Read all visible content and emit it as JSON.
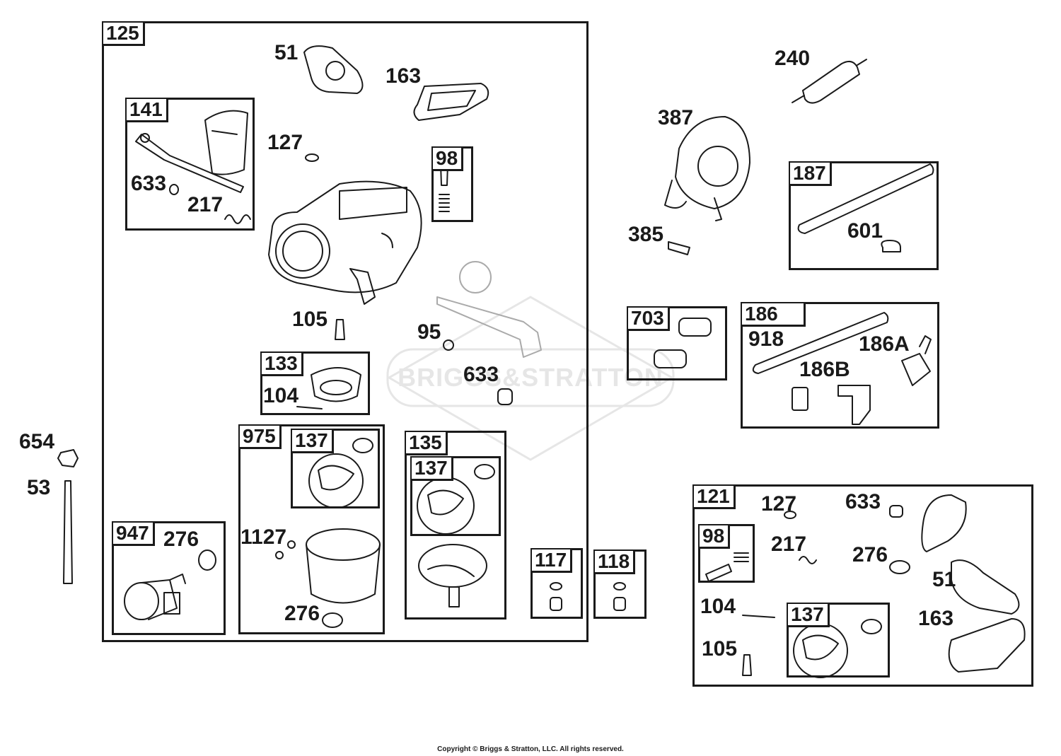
{
  "watermark": "BRIGGS&STRATTON",
  "copyright": "Copyright © Briggs & Stratton, LLC. All rights reserved.",
  "boxes": [
    {
      "id": "125",
      "name": "kit-box-125"
    },
    {
      "id": "141",
      "name": "kit-box-141"
    },
    {
      "id": "98",
      "name": "kit-box-98"
    },
    {
      "id": "133",
      "name": "kit-box-133"
    },
    {
      "id": "975",
      "name": "kit-box-975"
    },
    {
      "id": "137",
      "name": "kit-box-137-a"
    },
    {
      "id": "135",
      "name": "kit-box-135"
    },
    {
      "id": "137",
      "name": "kit-box-137-b"
    },
    {
      "id": "947",
      "name": "kit-box-947"
    },
    {
      "id": "117",
      "name": "kit-box-117"
    },
    {
      "id": "118",
      "name": "kit-box-118"
    },
    {
      "id": "187",
      "name": "kit-box-187"
    },
    {
      "id": "703",
      "name": "kit-box-703"
    },
    {
      "id": "186",
      "name": "kit-box-186"
    },
    {
      "id": "121",
      "name": "kit-box-121"
    },
    {
      "id": "98",
      "name": "kit-box-98-b"
    },
    {
      "id": "137",
      "name": "kit-box-137-c"
    }
  ],
  "labels": [
    "51",
    "163",
    "127",
    "633",
    "217",
    "105",
    "95",
    "633",
    "104",
    "1127",
    "276",
    "276",
    "654",
    "53",
    "240",
    "387",
    "385",
    "601",
    "918",
    "186A",
    "186B",
    "127",
    "633",
    "217",
    "276",
    "51",
    "104",
    "163",
    "105"
  ]
}
